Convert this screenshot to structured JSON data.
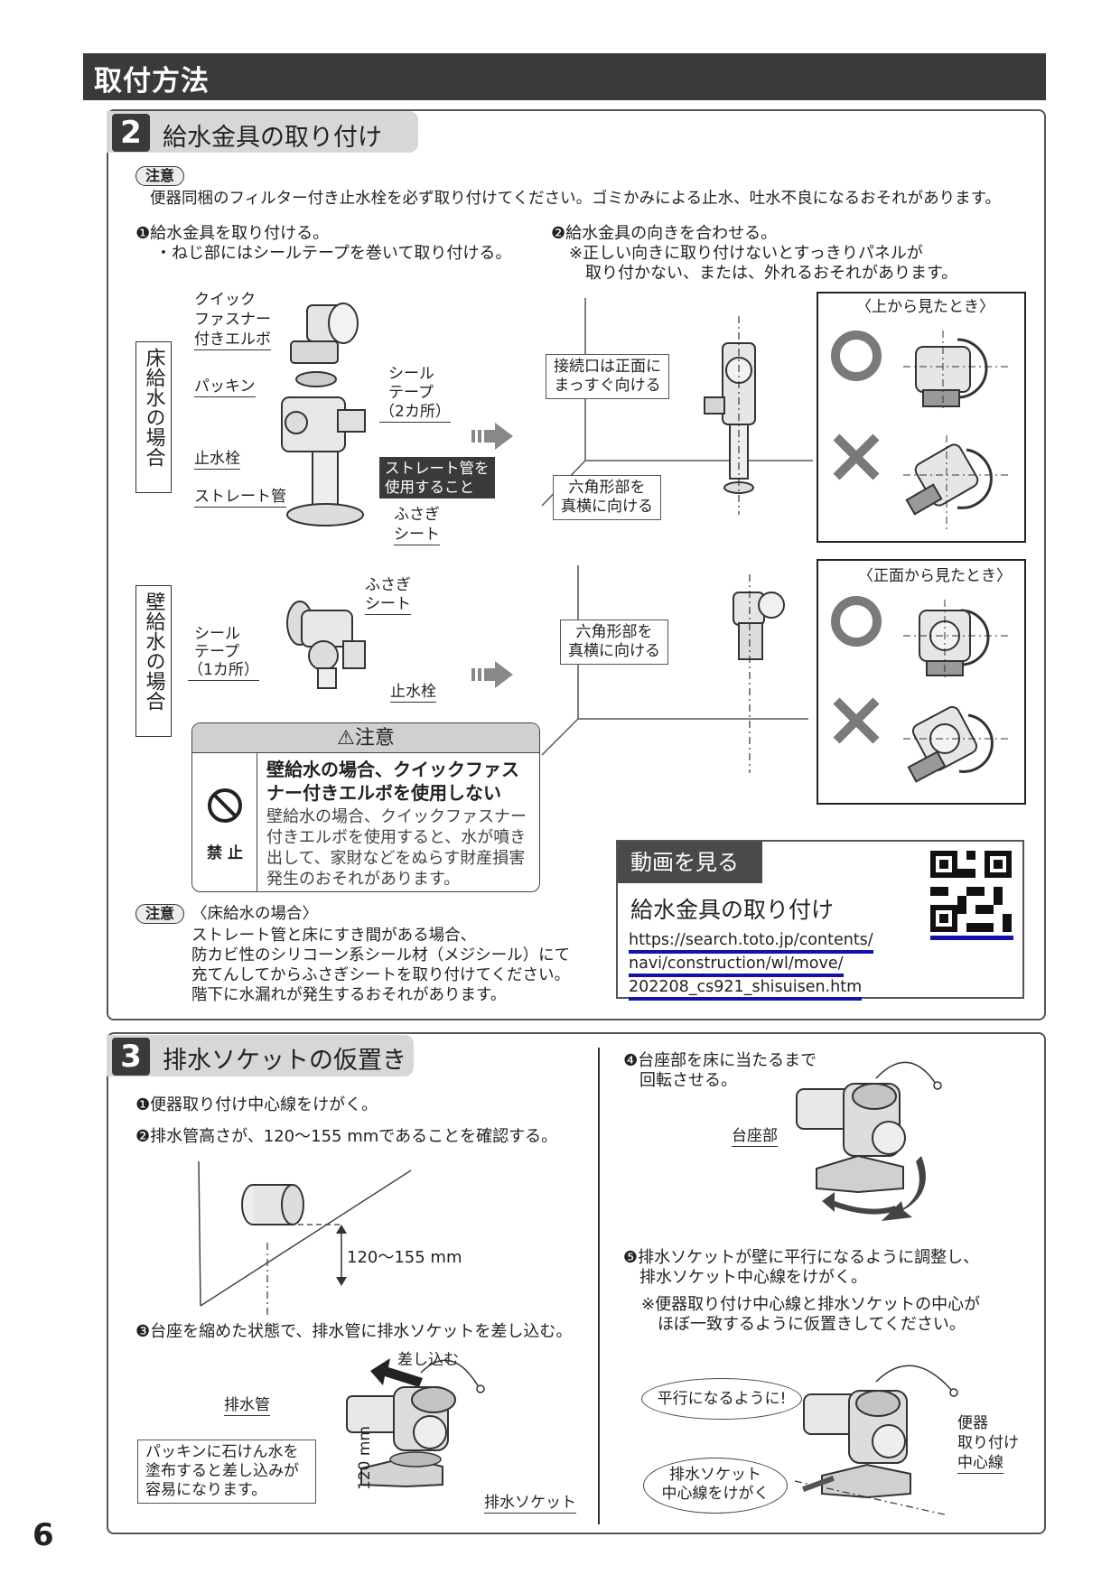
{
  "header": {
    "title": "取付方法"
  },
  "step2": {
    "number": "2",
    "title": "給水金具の取り付け",
    "caution_label": "注意",
    "caution_text": "便器同梱のフィルター付き止水栓を必ず取り付けてください。ゴミかみによる止水、吐水不良になるおそれがあります。",
    "sub1_line1": "❶給水金具を取り付ける。",
    "sub1_line2": "・ねじ部にはシールテープを巻いて取り付ける。",
    "sub2_line1": "❷給水金具の向きを合わせる。",
    "sub2_line2": "※正しい向きに取り付けないとすっきりパネルが",
    "sub2_line3": "取り付かない、または、外れるおそれがあります。",
    "floor_label": "床給水の場合",
    "wall_label": "壁給水の場合",
    "labels": {
      "quick1": "クイック",
      "quick2": "ファスナー",
      "quick3": "付きエルボ",
      "packing": "パッキン",
      "stopcock": "止水栓",
      "straight": "ストレート管",
      "seal1": "シール",
      "seal2": "テープ",
      "seal_count2": "（2カ所）",
      "seal_count1": "（1カ所）",
      "use_straight1": "ストレート管を",
      "use_straight2": "使用すること",
      "cover1": "ふさぎ",
      "cover2": "シート",
      "connect1": "接続口は正面に",
      "connect2": "まっすぐ向ける",
      "hex1": "六角形部を",
      "hex2": "真横に向ける",
      "view_top": "〈上から見たとき〉",
      "view_front": "〈正面から見たとき〉"
    },
    "warning": {
      "title": "注意",
      "bold_text": "壁給水の場合、クイックファスナー付きエルボを使用しない",
      "body_text": "壁給水の場合、クイックファスナー付きエルボを使用すると、水が噴き出して、家財などをぬらす財産損害発生のおそれがあります。",
      "prohibit": "禁 止"
    },
    "note2_label": "注意",
    "note2_title": "〈床給水の場合〉",
    "note2_l1": "ストレート管と床にすき間がある場合、",
    "note2_l2": "防カビ性のシリコーン系シール材（メジシール）にて",
    "note2_l3": "充てんしてからふさぎシートを取り付けてください。",
    "note2_l4": "階下に水漏れが発生するおそれがあります。",
    "video": {
      "head": "動画を見る",
      "title": "給水金具の取り付け",
      "url1": "https://search.toto.jp/contents/",
      "url2": "navi/construction/wl/move/",
      "url3": "202208_cs921_shisuisen.htm"
    }
  },
  "step3": {
    "number": "3",
    "title": "排水ソケットの仮置き",
    "s1": "❶便器取り付け中心線をけがく。",
    "s2": "❷排水管高さが、120〜155 mmであることを確認する。",
    "dim": "120〜155 mm",
    "s3": "❸台座を縮めた状態で、排水管に排水ソケットを差し込む。",
    "insert": "差し込む",
    "drain_pipe": "排水管",
    "tip1": "パッキンに石けん水を",
    "tip2": "塗布すると差し込みが",
    "tip3": "容易になります。",
    "height": "120 mm",
    "socket": "排水ソケット",
    "s4_l1": "❹台座部を床に当たるまで",
    "s4_l2": "回転させる。",
    "base": "台座部",
    "s5_l1": "❺排水ソケットが壁に平行になるように調整し、",
    "s5_l2": "排水ソケット中心線をけがく。",
    "s5_l3": "※便器取り付け中心線と排水ソケットの中心が",
    "s5_l4": "ほぼ一致するように仮置きしてください。",
    "parallel": "平行になるように!",
    "mark1": "排水ソケット",
    "mark2": "中心線をけがく",
    "center1": "便器",
    "center2": "取り付け",
    "center3": "中心線"
  },
  "page_number": "6"
}
